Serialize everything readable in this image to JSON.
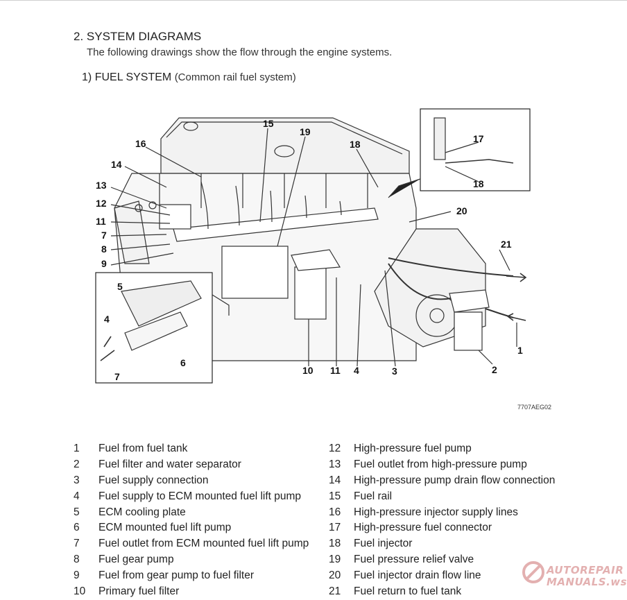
{
  "heading": "2. SYSTEM DIAGRAMS",
  "subheading": "The following drawings show the flow through the engine systems.",
  "section": {
    "number": "1)",
    "title": "FUEL SYSTEM",
    "subtitle": "(Common rail fuel system)"
  },
  "figure": {
    "code": "7707AEG02",
    "callouts": [
      "1",
      "2",
      "3",
      "4",
      "5",
      "6",
      "7",
      "8",
      "9",
      "10",
      "11",
      "12",
      "13",
      "14",
      "15",
      "16",
      "17",
      "18",
      "19",
      "20",
      "21"
    ]
  },
  "legend_left": [
    {
      "num": "1",
      "text": "Fuel from fuel tank"
    },
    {
      "num": "2",
      "text": "Fuel filter and water separator"
    },
    {
      "num": "3",
      "text": "Fuel supply connection"
    },
    {
      "num": "4",
      "text": "Fuel supply to ECM mounted fuel lift pump"
    },
    {
      "num": "5",
      "text": "ECM cooling plate"
    },
    {
      "num": "6",
      "text": "ECM mounted fuel lift pump"
    },
    {
      "num": "7",
      "text": "Fuel outlet from ECM mounted fuel lift pump"
    },
    {
      "num": "8",
      "text": "Fuel gear pump"
    },
    {
      "num": "9",
      "text": "Fuel from gear pump to fuel filter"
    },
    {
      "num": "10",
      "text": "Primary fuel filter"
    }
  ],
  "legend_right": [
    {
      "num": "12",
      "text": "High-pressure fuel pump"
    },
    {
      "num": "13",
      "text": "Fuel outlet from high-pressure pump"
    },
    {
      "num": "14",
      "text": "High-pressure pump drain flow connection"
    },
    {
      "num": "15",
      "text": "Fuel rail"
    },
    {
      "num": "16",
      "text": "High-pressure injector supply lines"
    },
    {
      "num": "17",
      "text": "High-pressure fuel connector"
    },
    {
      "num": "18",
      "text": "Fuel injector"
    },
    {
      "num": "19",
      "text": "Fuel pressure relief valve"
    },
    {
      "num": "20",
      "text": "Fuel injector drain flow line"
    },
    {
      "num": "21",
      "text": "Fuel return to fuel tank"
    }
  ],
  "watermark": {
    "line1": "AUTOREPAIR",
    "line2": "MANUALS.ws",
    "color": "#b02020"
  }
}
